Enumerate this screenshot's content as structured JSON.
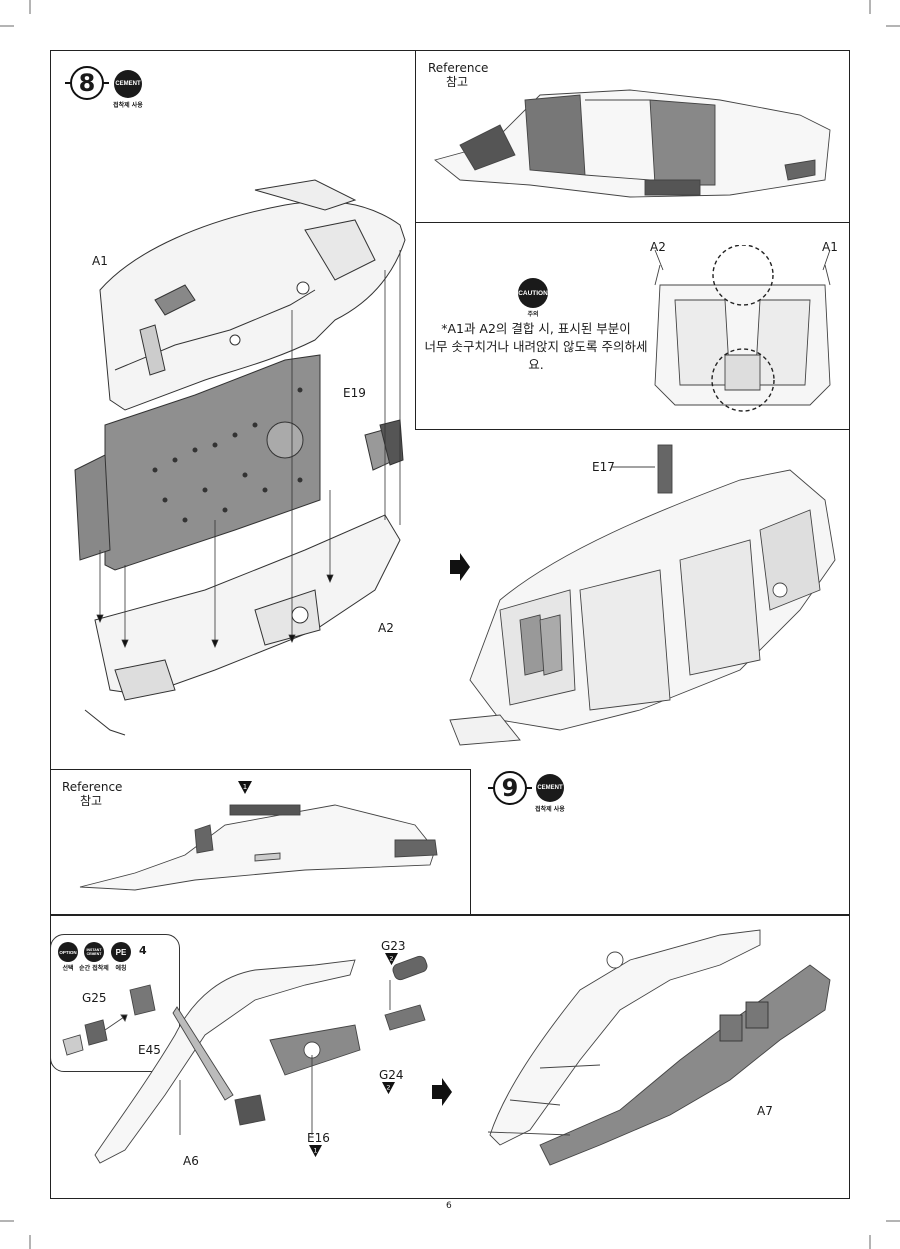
{
  "page_number": "6",
  "step8": {
    "number": "8",
    "cement_icon": "CEMENT",
    "cement_caption": "접착제 사용",
    "parts": {
      "a1": "A1",
      "a2": "A2",
      "e19": "E19",
      "e17": "E17"
    },
    "reference_title_en": "Reference",
    "reference_title_ko": "참고",
    "caution_icon": "CAUTION",
    "caution_caption": "주의",
    "caution_note_line1": "*A1과 A2의 결합 시, 표시된 부분이",
    "caution_note_line2": "너무 솟구치거나 내려앉지 않도록 주의하세요.",
    "caution_a1": "A1",
    "caution_a2": "A2"
  },
  "reference2": {
    "title_en": "Reference",
    "title_ko": "참고",
    "badge": "1"
  },
  "step9": {
    "number": "9",
    "cement_icon": "CEMENT",
    "cement_caption": "접착제 사용",
    "option_icon": "OPTION",
    "option_caption": "선택",
    "instant_icon": "INSTANT CEMENT",
    "instant_caption": "순간 접착제",
    "pe_icon": "PE",
    "pe_caption": "에칭",
    "pe_count": "4",
    "parts": {
      "g25": "G25",
      "e45": "E45",
      "g23": "G23",
      "g24": "G24",
      "e16": "E16",
      "a6": "A6",
      "a7": "A7"
    },
    "g23_badge": "2",
    "g24_badge": "2",
    "e16_badge": "1"
  },
  "colors": {
    "frame": "#222222",
    "part_fill": "#8a8a8a",
    "highlight": "#555555"
  }
}
